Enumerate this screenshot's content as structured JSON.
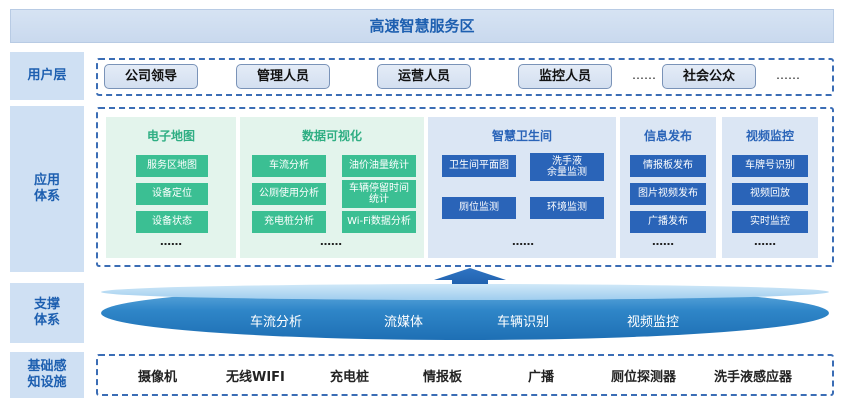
{
  "title": "高速智慧服务区",
  "rows": {
    "user": "用户层",
    "app": "应用\n体系",
    "support": "支撑\n体系",
    "infra": "基础感\n知设施"
  },
  "users": {
    "items": [
      "公司领导",
      "管理人员",
      "运营人员",
      "监控人员",
      "社会公众"
    ],
    "mid_ellipsis": "……",
    "end_ellipsis": "……"
  },
  "apps": {
    "map": {
      "title": "电子地图",
      "items": [
        "服务区地图",
        "设备定位",
        "设备状态"
      ],
      "ellipsis": "……"
    },
    "viz": {
      "title": "数据可视化",
      "left": [
        "车流分析",
        "公厕使用分析",
        "充电桩分析"
      ],
      "right": [
        "油价油量统计",
        "车辆停留时间统计",
        "Wi-Fi数据分析"
      ],
      "right2_line1": "车辆停留时间",
      "right2_line2": "统计",
      "ellipsis": "……"
    },
    "toilet": {
      "title": "智慧卫生间",
      "items": [
        "卫生间平面图",
        "厕位监测",
        "环境监测"
      ],
      "wash_line1": "洗手液",
      "wash_line2": "余量监测",
      "ellipsis": "……"
    },
    "info": {
      "title": "信息发布",
      "items": [
        "情报板发布",
        "图片视频发布",
        "广播发布"
      ],
      "ellipsis": "……"
    },
    "video": {
      "title": "视频监控",
      "items": [
        "车牌号识别",
        "视频回放",
        "实时监控"
      ],
      "ellipsis": "……"
    }
  },
  "support": [
    "车流分析",
    "流媒体",
    "车辆识别",
    "视频监控"
  ],
  "infra": [
    "摄像机",
    "无线WIFI",
    "充电桩",
    "情报板",
    "广播",
    "厕位探测器",
    "洗手液感应器"
  ],
  "colors": {
    "green": "#3bbf93",
    "blue": "#2a64b8",
    "teal": "#1c9cb0"
  }
}
